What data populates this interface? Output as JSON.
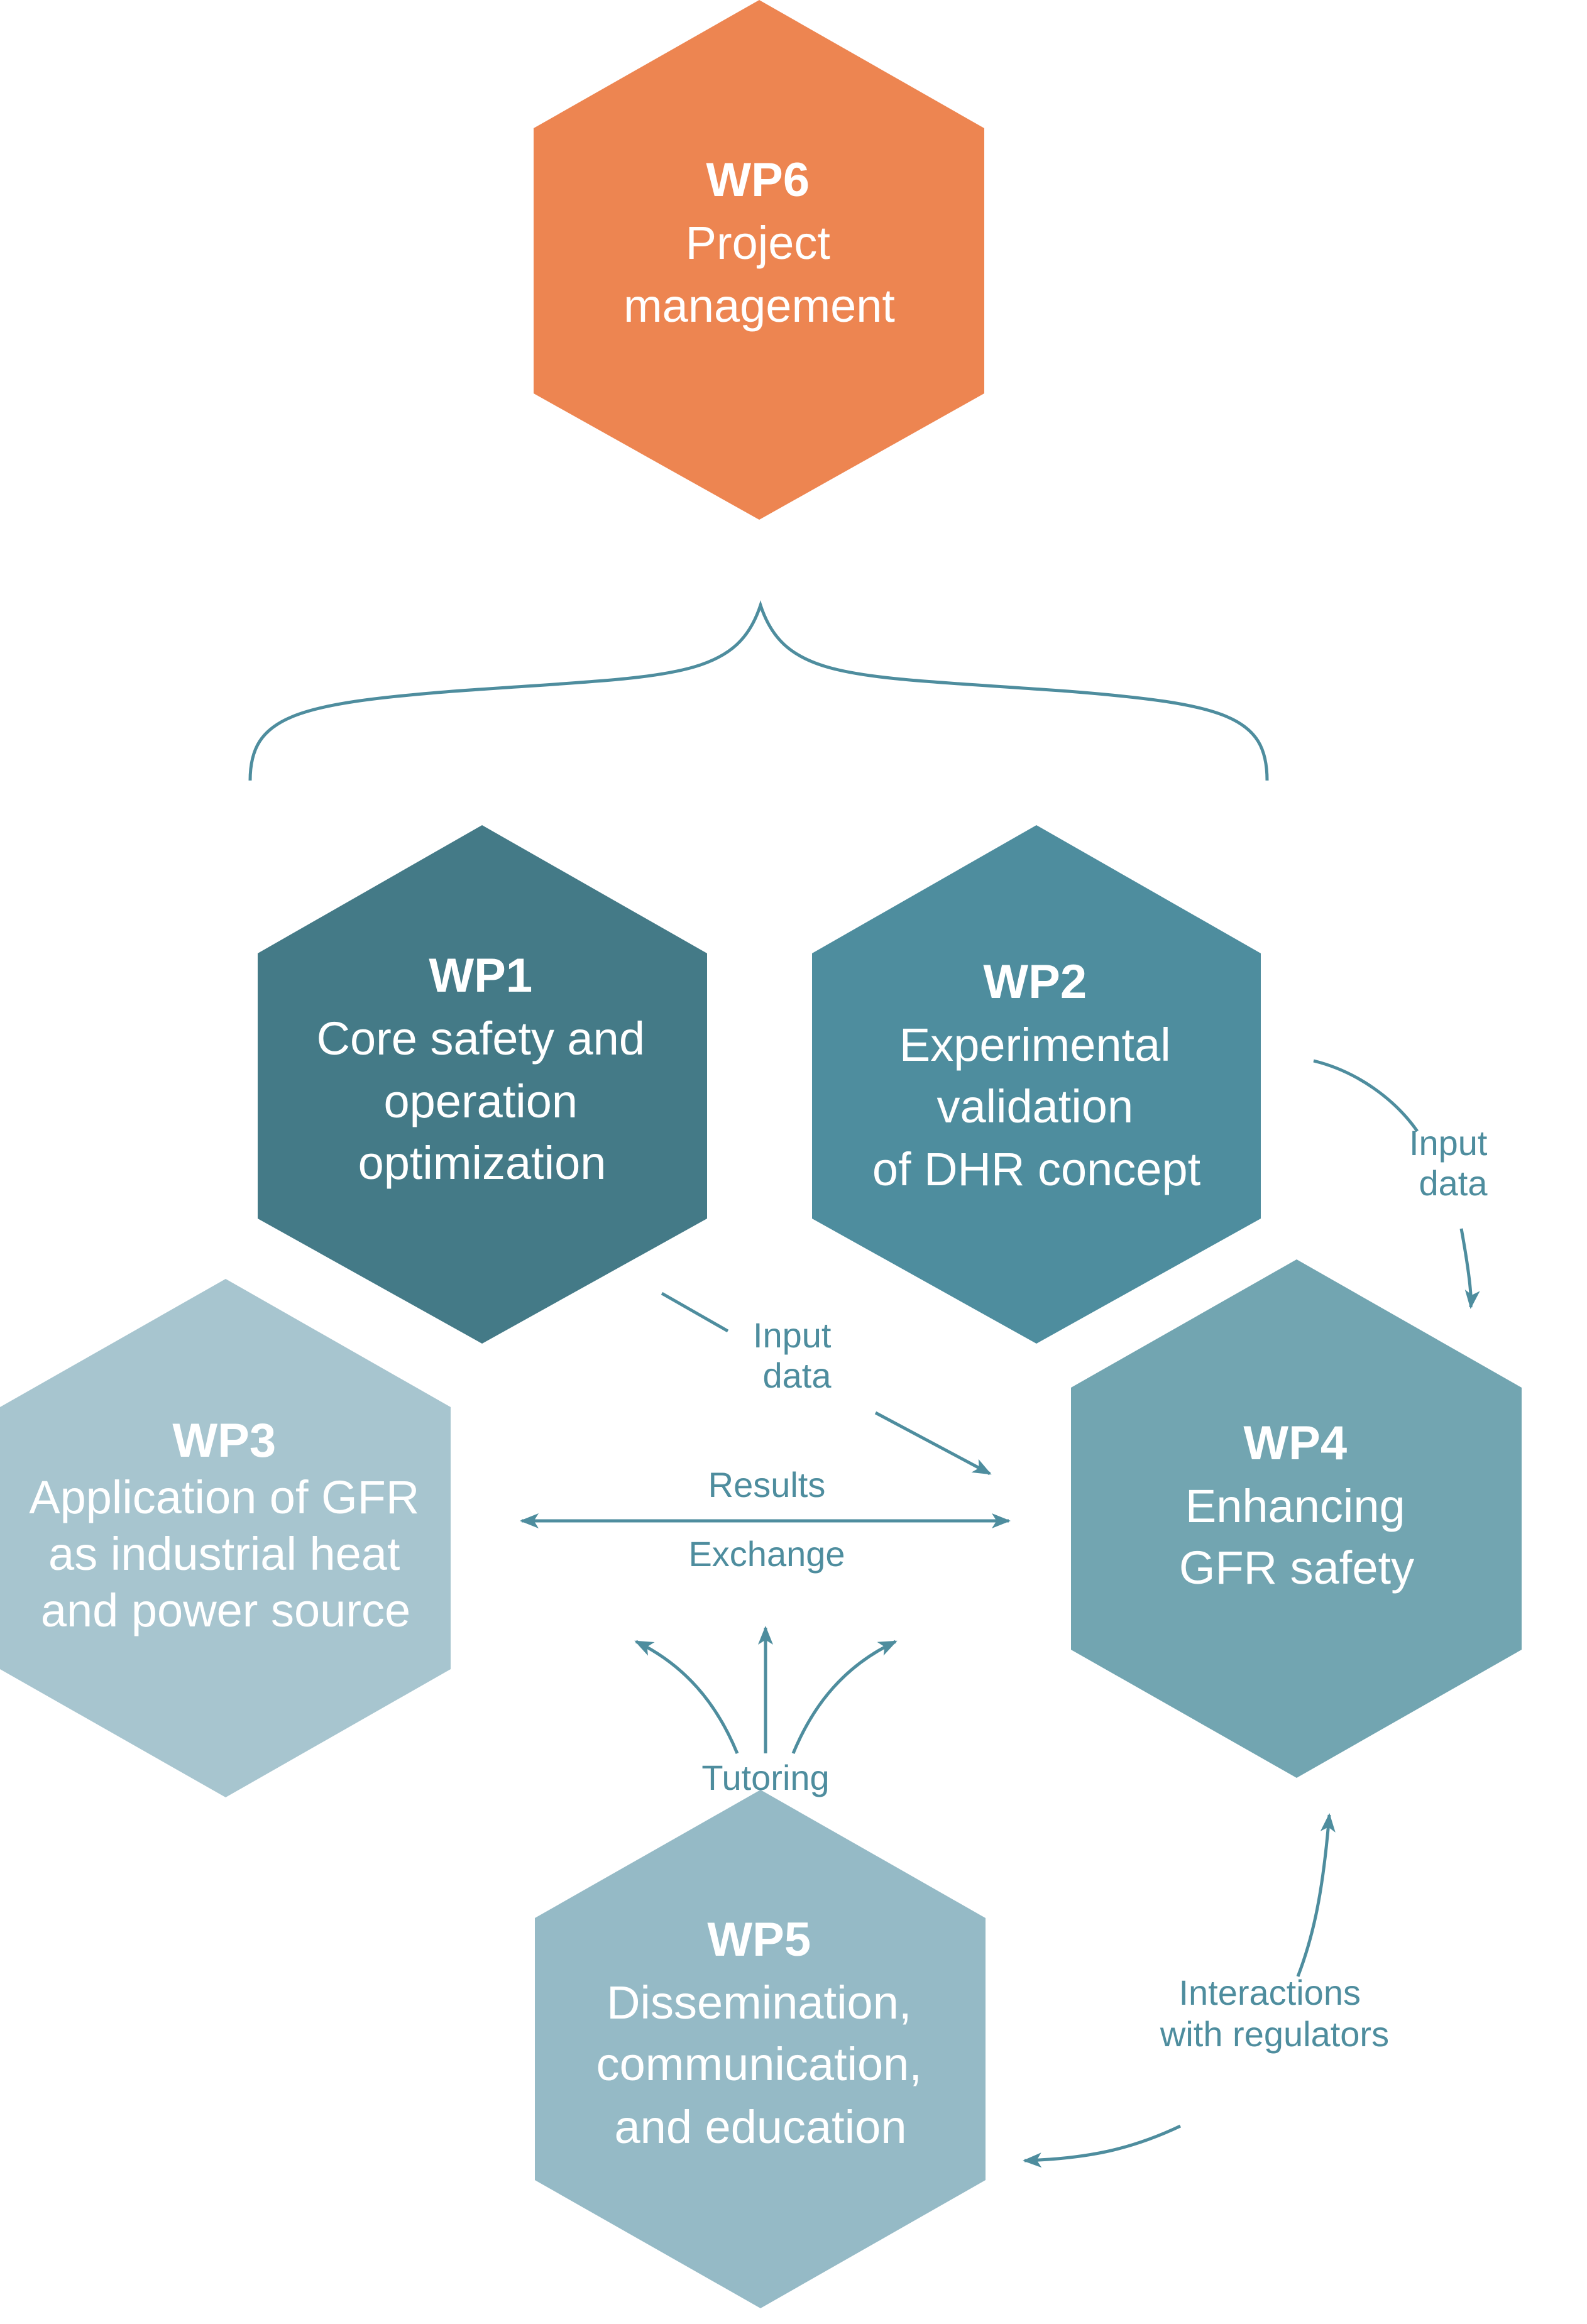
{
  "diagram": {
    "work_packages": [
      {
        "id": "wp6",
        "title": "WP6",
        "lines": [
          "Project",
          "management"
        ],
        "color": "#ED8551"
      },
      {
        "id": "wp1",
        "title": "WP1",
        "lines": [
          "Core safety and",
          "operation",
          "optimization"
        ],
        "color": "#447A87"
      },
      {
        "id": "wp2",
        "title": "WP2",
        "lines": [
          "Experimental",
          "validation",
          "of DHR concept"
        ],
        "color": "#4E8D9E"
      },
      {
        "id": "wp3",
        "title": "WP3",
        "lines": [
          "Application of GFR",
          "as industrial heat",
          "and power source"
        ],
        "color": "#A7C5CF"
      },
      {
        "id": "wp4",
        "title": "WP4",
        "lines": [
          "Enhancing",
          "GFR safety"
        ],
        "color": "#72A5B1"
      },
      {
        "id": "wp5",
        "title": "WP5",
        "lines": [
          "Dissemination,",
          "communication,",
          "and education"
        ],
        "color": "#95BAC6"
      }
    ],
    "connections": {
      "wp2_to_wp4": [
        "Input",
        "data"
      ],
      "wp1_to_wp4": [
        "Input",
        "data"
      ],
      "results": "Results",
      "exchange": "Exchange",
      "tutoring": "Tutoring",
      "regulators": [
        "Interactions",
        "with regulators"
      ]
    },
    "line_color": "#4E8D9E"
  }
}
